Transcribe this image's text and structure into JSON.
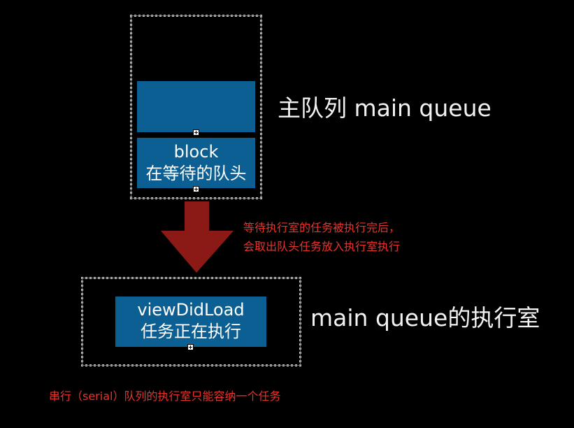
{
  "queue": {
    "label": "主队列 main queue",
    "head_block": {
      "line1": "block",
      "line2": "在等待的队头"
    }
  },
  "arrow": {
    "note_line1": "等待执行室的任务被执行完后，",
    "note_line2": "会取出队头任务放入执行室执行"
  },
  "execution_room": {
    "label": "main queue的执行室",
    "running_task": {
      "line1": "viewDidLoad",
      "line2": "任务正在执行"
    }
  },
  "footnote": "串行（serial）队列的执行室只能容纳一个任务",
  "colors": {
    "background": "#000000",
    "task_box": "#0c5f93",
    "arrow": "#8b1a16",
    "note_text": "#e8332c",
    "label_text": "#f2f2f2",
    "frame": "#cfcfcf"
  }
}
